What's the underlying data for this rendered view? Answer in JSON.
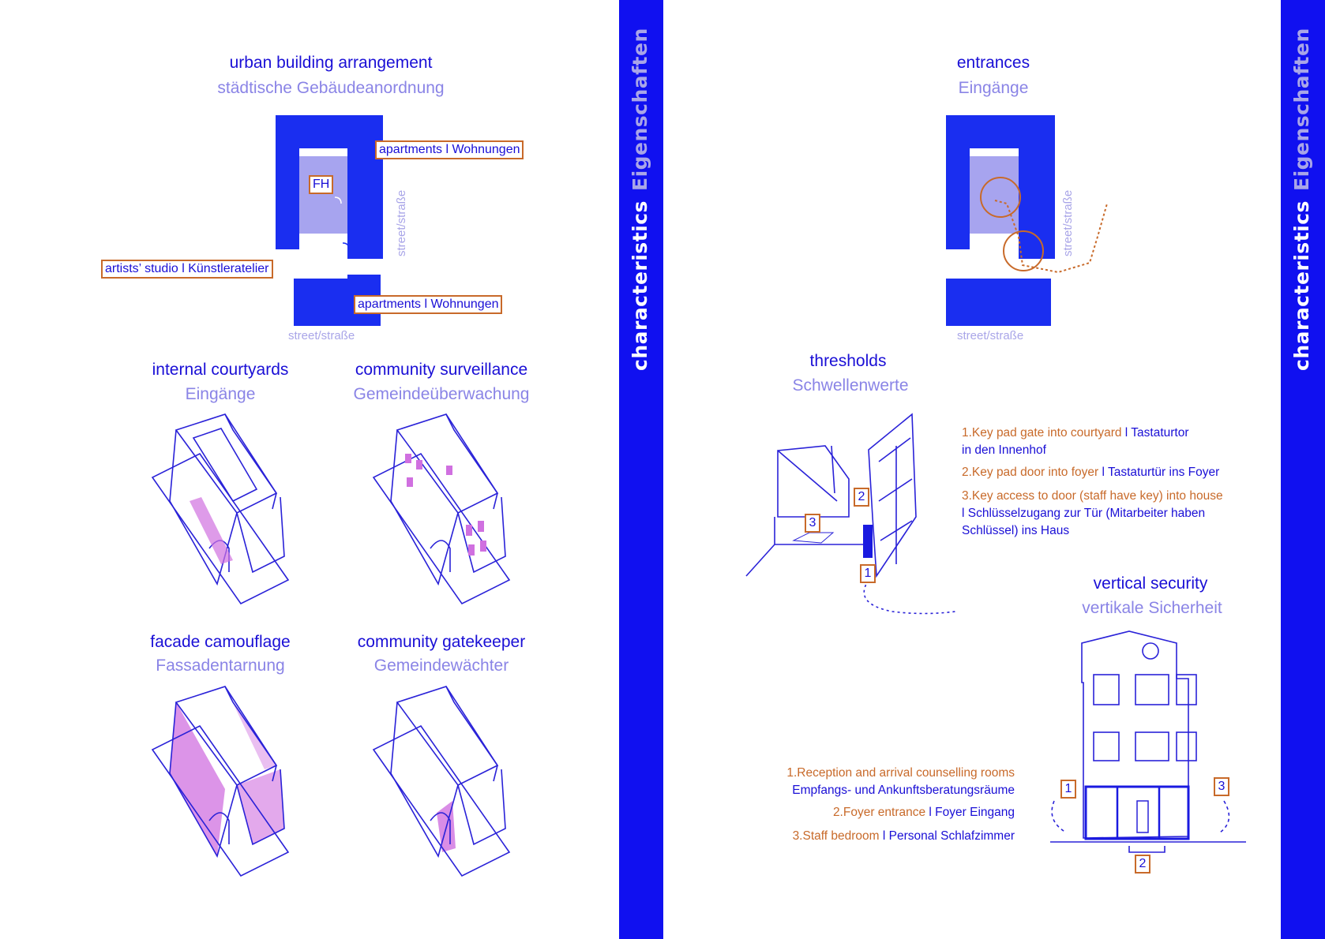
{
  "left_page": {
    "urban": {
      "title_en": "urban building arrangement",
      "title_de": "städtische Gebäudeanordnung",
      "label_apartments_top": "apartments l Wohnungen",
      "label_fh": "FH",
      "label_artists": "artists’ studio l Künstleratelier",
      "label_apartments_bottom": "apartments l Wohnungen",
      "street_bottom": "street/straße",
      "street_right": "street/straße"
    },
    "courtyards": {
      "title_en": "internal courtyards",
      "title_de": "Eingänge"
    },
    "surveillance": {
      "title_en": "community surveillance",
      "title_de": "Gemeindeüberwachung"
    },
    "facade": {
      "title_en": "facade camouflage",
      "title_de": "Fassadentarnung"
    },
    "gatekeeper": {
      "title_en": "community gatekeeper",
      "title_de": "Gemeindewächter"
    },
    "sidebar": {
      "characteristics": "characteristics",
      "eigenschaften": "Eigenschaften"
    }
  },
  "right_page": {
    "entrances": {
      "title_en": "entrances",
      "title_de": "Eingänge",
      "street_bottom": "street/straße",
      "street_right": "street/straße"
    },
    "thresholds": {
      "title_en": "thresholds",
      "title_de": "Schwellenwerte",
      "markers": [
        "1",
        "2",
        "3"
      ],
      "items": [
        {
          "en": "1.Key pad gate into courtyard",
          "de": " l Tastaturtor",
          "de2": "in den Innenhof"
        },
        {
          "en": "2.Key pad door into foyer",
          "de": " l Tastaturtür ins Foyer"
        },
        {
          "en": "3.Key access to door (staff have key) into house",
          "de": "l Schlüsselzugang zur Tür (Mitarbeiter haben",
          "de2": "Schlüssel) ins Haus"
        }
      ]
    },
    "vertical": {
      "title_en": "vertical security",
      "title_de": "vertikale Sicherheit",
      "markers": [
        "1",
        "2",
        "3"
      ],
      "items": [
        {
          "en": "1.Reception and arrival counselling rooms",
          "de": "Empfangs- und Ankunftsberatungsräume"
        },
        {
          "en": "2.Foyer entrance",
          "de": " l Foyer Eingang"
        },
        {
          "en": "3.Staff bedroom",
          "de": " l Personal Schlafzimmer"
        }
      ]
    },
    "sidebar": {
      "characteristics": "characteristics",
      "eigenschaften": "Eigenschaften"
    }
  },
  "colors": {
    "accent_blue": "#1010f0",
    "text_blue": "#1a0fd6",
    "light_blue": "#8a84e6",
    "orange": "#c86a2a",
    "pink": "#d070e0"
  }
}
